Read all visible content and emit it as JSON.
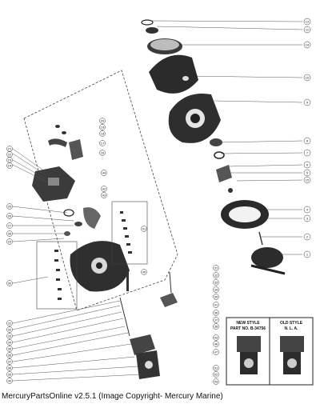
{
  "callouts_right": [
    "12",
    "11",
    "14",
    "10",
    "9",
    "8",
    "7",
    "6",
    "5",
    "15",
    "4",
    "3",
    "2",
    "1"
  ],
  "callouts_mid_right": [
    "31",
    "32",
    "33",
    "34",
    "35",
    "41",
    "36",
    "37",
    "38",
    "43"
  ],
  "callouts_mid_left": [
    "20",
    "19",
    "18",
    "17",
    "16"
  ],
  "callouts_lower_right": [
    "51",
    "52",
    "53"
  ],
  "callouts_left": [
    "21",
    "22",
    "23",
    "24",
    "25",
    "26",
    "27",
    "28",
    "29",
    "30",
    "31",
    "32",
    "33",
    "34",
    "35",
    "36",
    "37",
    "38",
    "39",
    "40",
    "41",
    "42",
    "43",
    "44",
    "45",
    "46",
    "47"
  ],
  "inset": {
    "new_style_label": "NEW STYLE",
    "new_style_part": "PART NO. B-34756",
    "old_style_label": "OLD STYLE",
    "old_style_part": "N. L. A."
  },
  "footer": "MercuryPartsOnline v2.5.1 (Image Copyright- Mercury Marine)"
}
